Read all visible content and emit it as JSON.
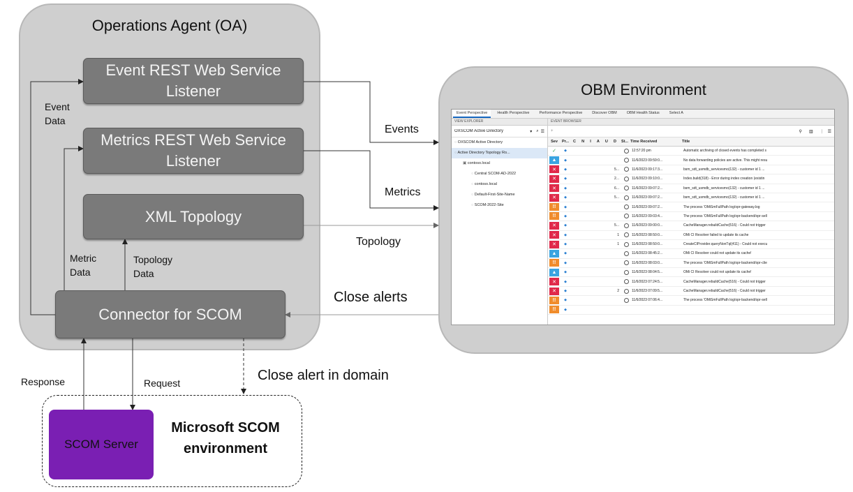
{
  "oa": {
    "title": "Operations Agent (OA)",
    "event_listener": "Event REST Web Service Listener",
    "metrics_listener": "Metrics REST Web Service Listener",
    "xml_topology": "XML Topology",
    "connector": "Connector for SCOM",
    "event_data_label": "Event Data",
    "metric_data_label": "Metric Data",
    "topology_data_label": "Topology Data"
  },
  "obm": {
    "title": "OBM Environment",
    "screenshot": {
      "tabs": [
        "Event Perspective",
        "Health Perspective",
        "Performance Perspective",
        "Discover OBM",
        "OBM Health Status",
        "Select A"
      ],
      "left_header": "VIEW EXPLORER",
      "left_dropdown": "OXSCOM Active Directory",
      "tree": [
        {
          "label": "OXSCOM Active Directory",
          "indent": 0,
          "selected": false
        },
        {
          "label": "Active Directory Topology Ro...",
          "indent": 0,
          "selected": true
        },
        {
          "label": "contoso.local",
          "indent": 1,
          "selected": false
        },
        {
          "label": "Central SCOM-AD-2022",
          "indent": 2,
          "selected": false
        },
        {
          "label": "contoso.local",
          "indent": 2,
          "selected": false
        },
        {
          "label": "Default-First-Site-Name",
          "indent": 2,
          "selected": false
        },
        {
          "label": "SCOM-2022-Site",
          "indent": 2,
          "selected": false
        }
      ],
      "right_header": "EVENT BROWSER",
      "columns": {
        "sev": "Sev",
        "pr": "Pr...",
        "c": "C",
        "n": "N",
        "i": "I",
        "a": "A",
        "u": "U",
        "d": "D",
        "st": "St...",
        "time": "Time Received",
        "title": "Title"
      },
      "rows": [
        {
          "sev": "ok",
          "mid": "",
          "time": "12:57:20 pm",
          "title": "Automatic archiving of closed events has completed s"
        },
        {
          "sev": "info",
          "mid": "",
          "time": "11/6/2023 09:59:0...",
          "title": "No data forwarding policies are active. This might resu"
        },
        {
          "sev": "crit",
          "mid": "5...",
          "time": "11/6/2023 09:17:3...",
          "title": "bsm_sdt_usmdb_servicesmo(132) - customer id 1 ..."
        },
        {
          "sev": "crit",
          "mid": "2...",
          "time": "11/6/2023 09:10:0...",
          "title": "Index.build(318) - Error during index creation (existin"
        },
        {
          "sev": "crit",
          "mid": "6...",
          "time": "11/6/2023 09:07:2...",
          "title": "bsm_sdt_usmdb_servicesmo(132) - customer id 1 ..."
        },
        {
          "sev": "crit",
          "mid": "5...",
          "time": "11/6/2023 09:07:2...",
          "title": "bsm_sdt_usmdb_servicesmo(132) - customer id 1 ..."
        },
        {
          "sev": "major",
          "mid": "",
          "time": "11/6/2023 09:07:2...",
          "title": "The process 'OMiSmFullPath log/opr-gateway.log"
        },
        {
          "sev": "major",
          "mid": "",
          "time": "11/6/2023 09:03:4...",
          "title": "The process 'OMiSmFullPath log/opr-backend/opr-sell"
        },
        {
          "sev": "crit",
          "mid": "5...",
          "time": "11/6/2023 09:00:0...",
          "title": "CacheManager.rebuildCache(516) - Could not trigger"
        },
        {
          "sev": "crit",
          "mid": "1",
          "time": "11/6/2023 08:50:0...",
          "title": "OMi CI Resolver failed to update its cache"
        },
        {
          "sev": "crit",
          "mid": "1",
          "time": "11/6/2023 08:50:0...",
          "title": "CreateCIProvider.queryNonTql(411) - Could not execu"
        },
        {
          "sev": "info",
          "mid": "",
          "time": "11/6/2023 08:45:2...",
          "title": "OMi CI Resolver could not update its cache!"
        },
        {
          "sev": "major",
          "mid": "",
          "time": "11/6/2023 08:03:0...",
          "title": "The process 'OMiSmFullPath log/opr-backend/opr-clie"
        },
        {
          "sev": "info",
          "mid": "",
          "time": "11/6/2023 08:04:5...",
          "title": "OMi CI Resolver could not update its cache!"
        },
        {
          "sev": "crit",
          "mid": "",
          "time": "11/6/2023 07:24:5...",
          "title": "CacheManager.rebuildCache(516) - Could not trigger"
        },
        {
          "sev": "crit",
          "mid": "2",
          "time": "11/6/2023 07:09:5...",
          "title": "CacheManager.rebuildCache(516) - Could not trigger"
        },
        {
          "sev": "major",
          "mid": "",
          "time": "11/6/2023 07:06:4...",
          "title": "The process 'OMiSmFullPath log/opr-backend/opr-sell"
        },
        {
          "sev": "major",
          "mid": "",
          "time": "",
          "title": ""
        }
      ]
    }
  },
  "flows": {
    "events": "Events",
    "metrics": "Metrics",
    "topology": "Topology",
    "close_alerts": "Close alerts",
    "close_alert_in_domain": "Close alert in domain",
    "response": "Response",
    "request": "Request"
  },
  "scom": {
    "server": "SCOM Server",
    "env_line1": "Microsoft SCOM",
    "env_line2": "environment"
  },
  "colors": {
    "panel": "#cfcfcf",
    "box": "#7a7a7a",
    "scom_server": "#7a1fb3",
    "sev_crit": "#e0294a",
    "sev_major": "#f08c2c",
    "sev_info": "#3aa4e0",
    "sev_ok": "#2e9e4b"
  }
}
